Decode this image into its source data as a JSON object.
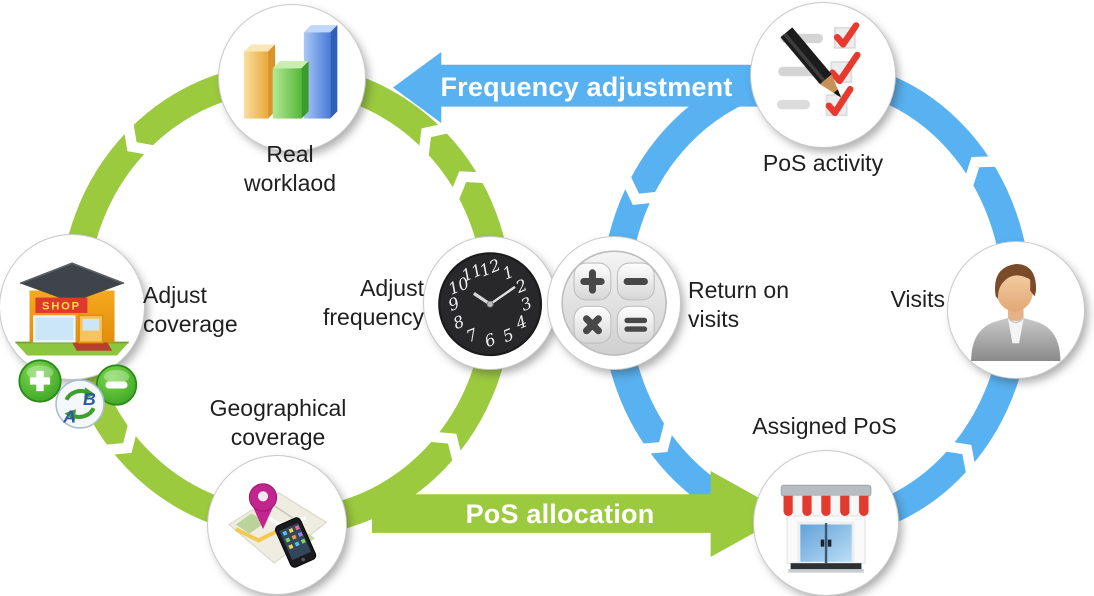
{
  "colors": {
    "green": "#9BCA3E",
    "blue": "#58B1F0",
    "label_text": "#1F1F1F",
    "arrow_label_text": "#FFFFFF"
  },
  "left_cycle": {
    "ring_color": "#9BCA3E",
    "flow": "counterclockwise",
    "nodes": {
      "real_workload": {
        "line1": "Real",
        "line2": "worklaod",
        "icon": "bar-chart-icon"
      },
      "adjust_coverage": {
        "line1": "Adjust",
        "line2": "coverage",
        "icon": "shop-icon"
      },
      "geographical_coverage": {
        "line1": "Geographical",
        "line2": "coverage",
        "icon": "map-pin-phone-icon"
      },
      "adjust_frequency": {
        "line1": "Adjust",
        "line2": "frequency",
        "icon": "clock-icon"
      }
    }
  },
  "right_cycle": {
    "ring_color": "#58B1F0",
    "flow": "counterclockwise",
    "nodes": {
      "pos_activity": {
        "label": "PoS activity",
        "icon": "checklist-pencil-icon"
      },
      "visits": {
        "label": "Visits",
        "icon": "person-icon"
      },
      "assigned_pos": {
        "label": "Assigned PoS",
        "icon": "storefront-icon"
      },
      "return_on_visits": {
        "line1": "Return on",
        "line2": "visits",
        "icon": "calculator-icon"
      }
    }
  },
  "arrows": {
    "frequency_adjustment": {
      "label": "Frequency adjustment",
      "color": "#58B1F0",
      "points": "left"
    },
    "pos_allocation": {
      "label": "PoS allocation",
      "color": "#9BCA3E",
      "points": "right"
    }
  },
  "shop_icon": {
    "sign_text": "SHOP",
    "badges": [
      "plus-badge",
      "swap-ab-badge",
      "minus-badge"
    ]
  },
  "swap_badge": {
    "letter_a": "A",
    "letter_b": "B"
  },
  "clock_icon": {
    "numerals": [
      "12",
      "1",
      "2",
      "3",
      "4",
      "5",
      "6",
      "7",
      "8",
      "9",
      "10",
      "11"
    ]
  },
  "calculator_icon": {
    "buttons": [
      "plus",
      "minus",
      "multiply",
      "equals"
    ]
  }
}
